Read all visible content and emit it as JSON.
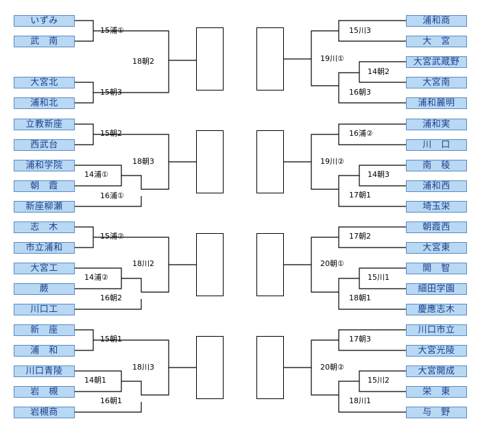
{
  "teams_left": [
    "いずみ",
    "武　南",
    "大宮北",
    "浦和北",
    "立教新座",
    "西武台",
    "浦和学院",
    "朝　霞",
    "新座柳瀬",
    "志　木",
    "市立浦和",
    "大宮工",
    "蕨",
    "川口工",
    "新　座",
    "浦　和",
    "川口青陵",
    "岩　槻",
    "岩槻商"
  ],
  "teams_right": [
    "浦和商",
    "大　宮",
    "大宮武蔵野",
    "大宮南",
    "浦和麗明",
    "浦和実",
    "川　口",
    "南　稜",
    "浦和西",
    "埼玉栄",
    "朝霞西",
    "大宮東",
    "開　智",
    "細田学園",
    "慶應志木",
    "川口市立",
    "大宮光陵",
    "大宮開成",
    "栄　東",
    "与　野"
  ],
  "matches_left": [
    "15浦①",
    "15朝3",
    "18朝2",
    "15朝2",
    "14浦①",
    "16浦①",
    "18朝3",
    "15浦②",
    "14浦②",
    "16朝2",
    "18川2",
    "15朝1",
    "14朝1",
    "16朝1",
    "18川3"
  ],
  "matches_right": [
    "15川3",
    "14朝2",
    "16朝3",
    "19川①",
    "16浦②",
    "14朝3",
    "17朝1",
    "19川②",
    "17朝2",
    "15川1",
    "18朝1",
    "20朝①",
    "17朝3",
    "15川2",
    "18川1",
    "20朝②"
  ]
}
